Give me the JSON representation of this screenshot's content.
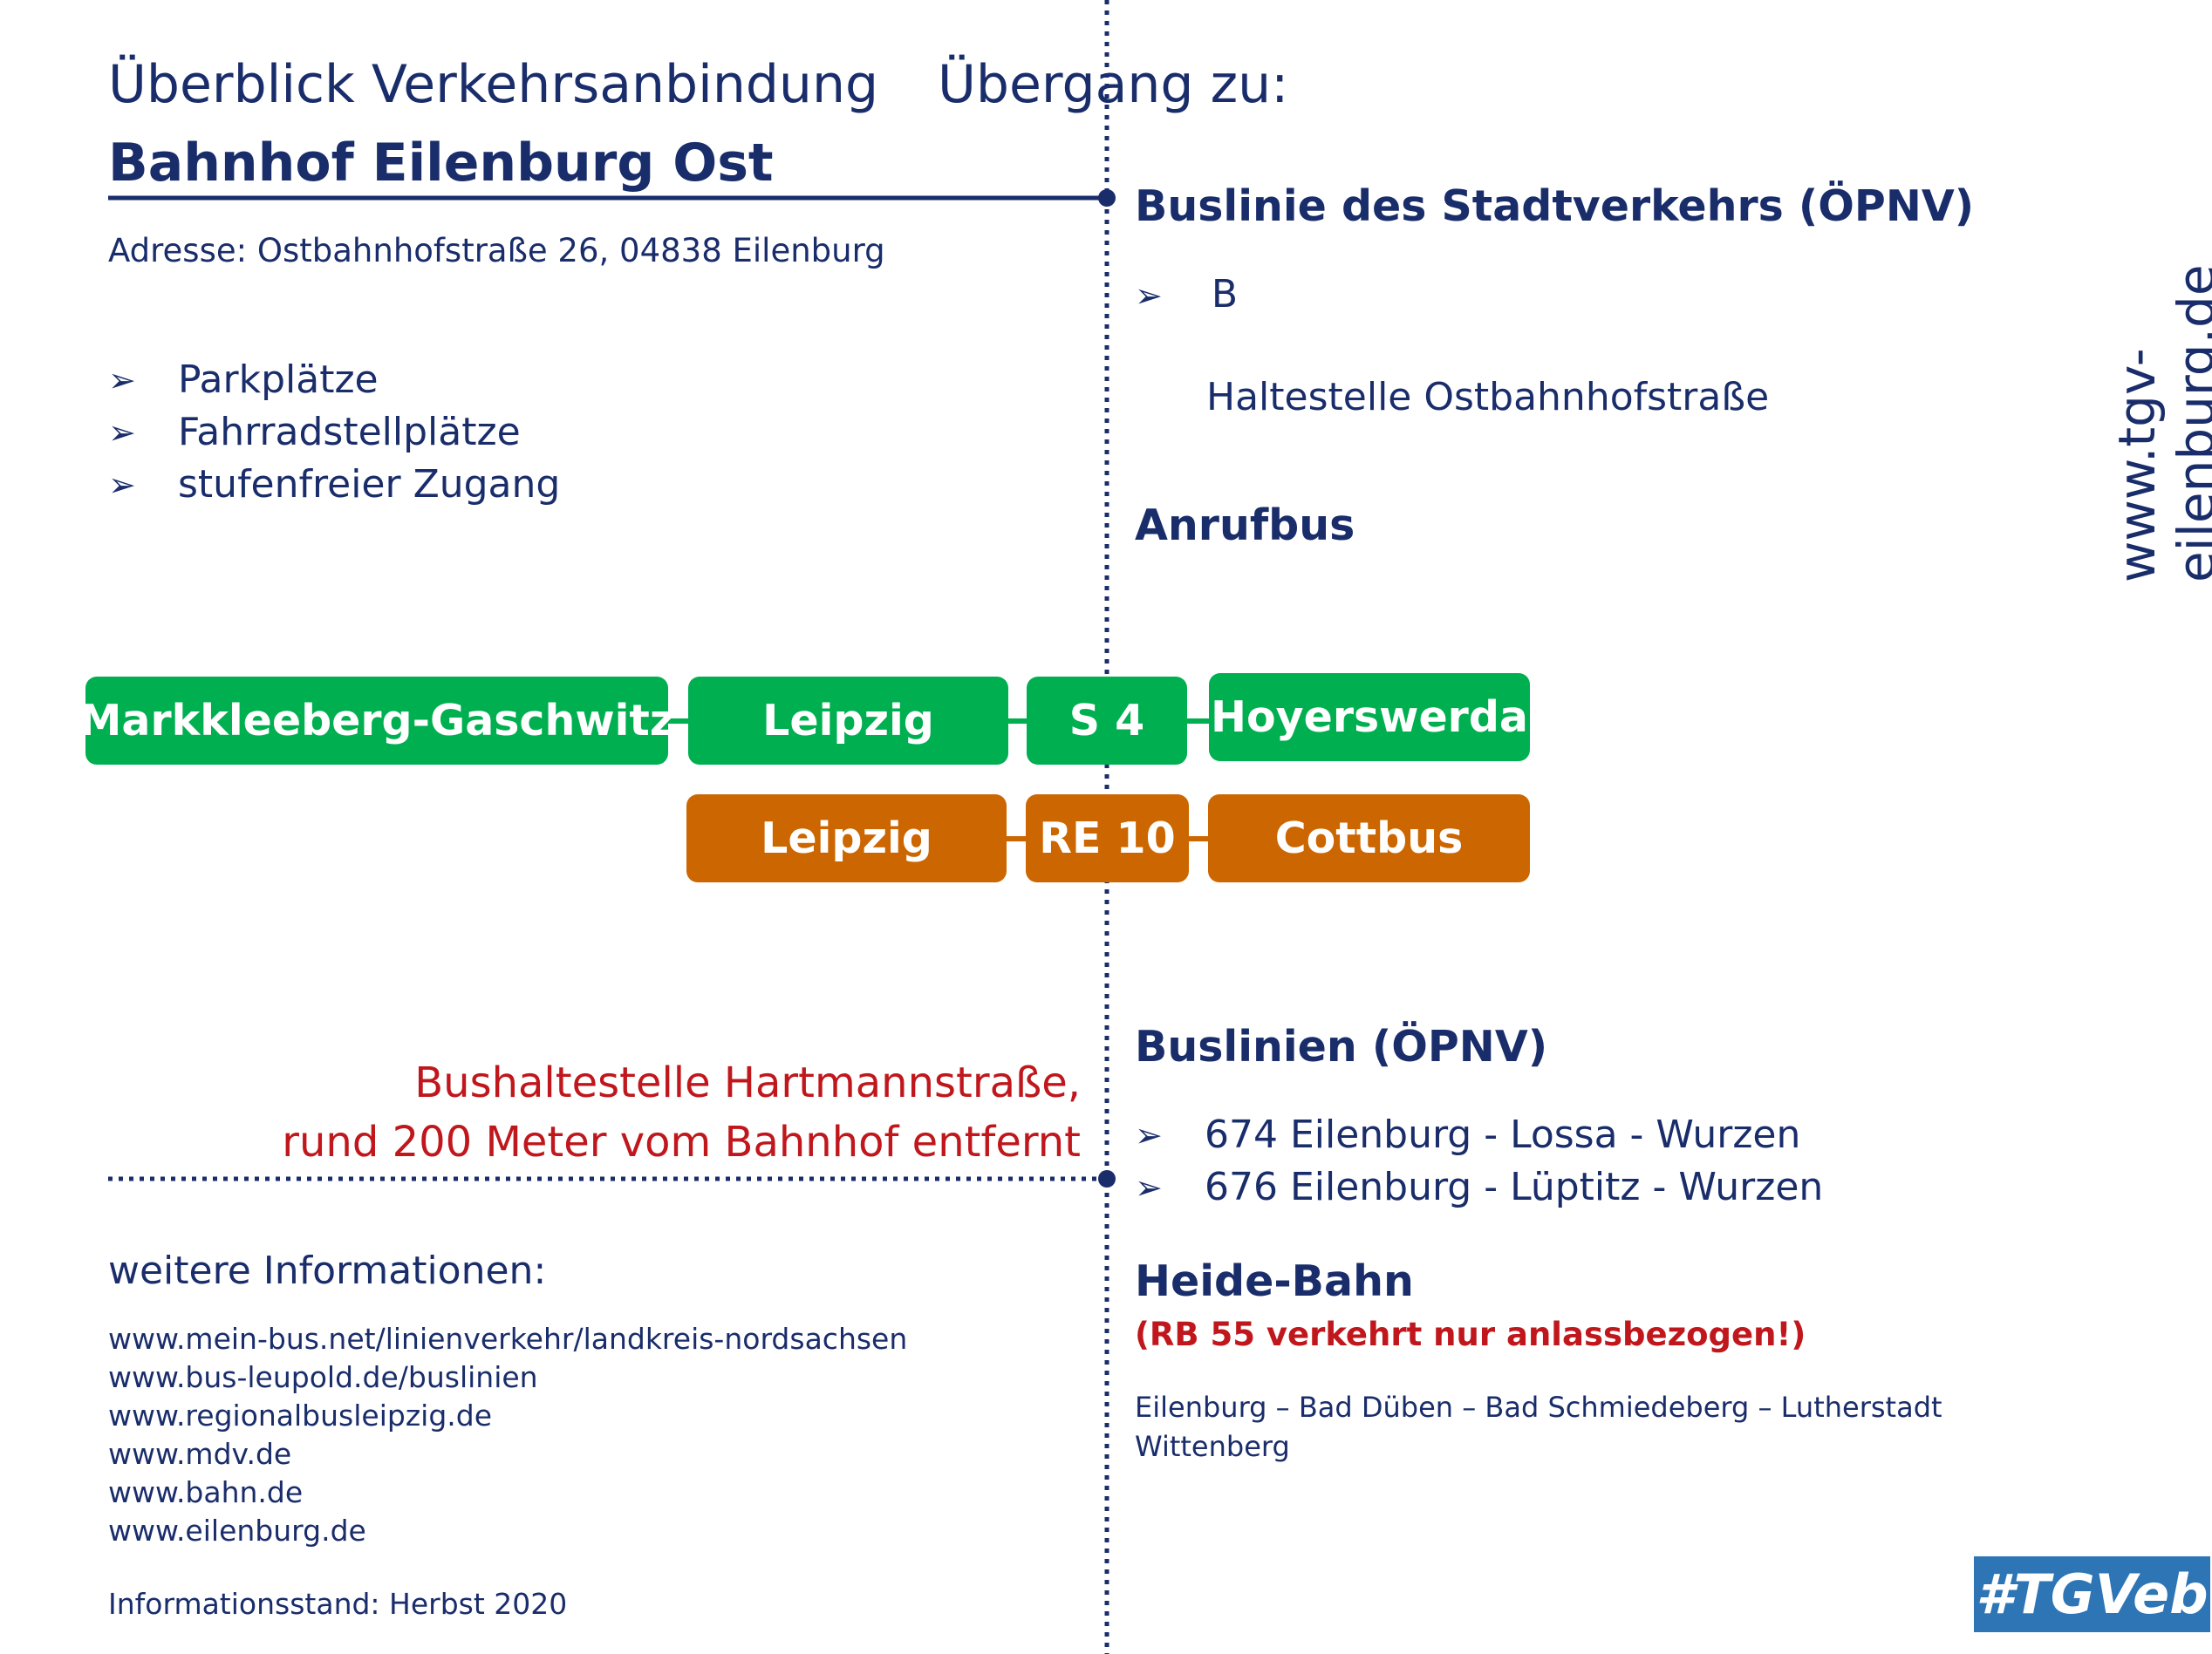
{
  "header": {
    "title": "Überblick Verkehrsanbindung",
    "transfer_title": "Übergang zu:",
    "station": "Bahnhof Eilenburg Ost",
    "address": "Adresse: Ostbahnhofstraße 26, 04838 Eilenburg"
  },
  "amenities": [
    "Parkplätze",
    "Fahrradstellplätze",
    "stufenfreier Zugang"
  ],
  "bullet_icon": "arrow-bullet-icon",
  "lines": {
    "s4": {
      "from_far": "Markkleeberg-Gaschwitz",
      "from": "Leipzig",
      "line": "S 4",
      "to": "Hoyerswerda",
      "color": "#00b050"
    },
    "re10": {
      "from": "Leipzig",
      "line": "RE 10",
      "to": "Cottbus",
      "color": "#cc6600"
    }
  },
  "transfers": {
    "city_bus": {
      "heading": "Buslinie des Stadtverkehrs (ÖPNV)",
      "line": "B",
      "stop": "Haltestelle Ostbahnhofstraße"
    },
    "call_bus": {
      "heading": "Anrufbus"
    },
    "regional_bus": {
      "heading": "Buslinien (ÖPNV)",
      "lines": [
        "674 Eilenburg - Lossa - Wurzen",
        "676 Eilenburg -  Lüptitz - Wurzen"
      ]
    },
    "heide_bahn": {
      "heading": "Heide-Bahn",
      "note": "(RB 55 verkehrt nur anlassbezogen!)",
      "route_line1": "Eilenburg – Bad Düben – Bad Schmiedeberg – Lutherstadt",
      "route_line2": "Wittenberg"
    }
  },
  "bus_stop_note": {
    "line1": "Bushaltestelle Hartmannstraße,",
    "line2": "rund 200 Meter vom Bahnhof entfernt"
  },
  "more_info": {
    "heading": "weitere Informationen:",
    "links": [
      "www.mein-bus.net/linienverkehr/landkreis-nordsachsen",
      "www.bus-leupold.de/buslinien",
      "www.regionalbusleipzig.de",
      "www.mdv.de",
      "www.bahn.de",
      "www.eilenburg.de"
    ],
    "status": "Informationsstand: Herbst 2020"
  },
  "side_url": "www.tgv-eilenburg.de",
  "hashtag": "#TGVeb",
  "colors": {
    "navy": "#1a2d6b",
    "red": "#c0171c",
    "green": "#00b050",
    "orange": "#cc6600",
    "hashtag_bg": "#2e75b6"
  }
}
